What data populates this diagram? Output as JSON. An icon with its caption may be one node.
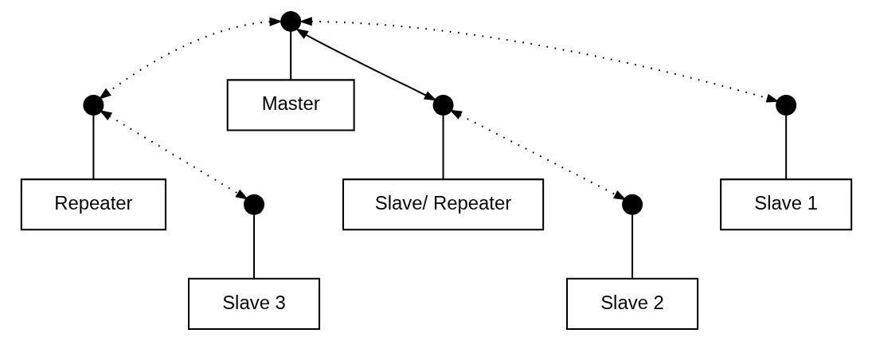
{
  "diagram": {
    "nodes": [
      {
        "text": [
          "Master"
        ]
      },
      {
        "text": [
          "Slave 1"
        ]
      },
      {
        "text": [
          "Slave/ Repeater"
        ]
      },
      {
        "text": [
          "Slave 2"
        ]
      },
      {
        "text": [
          "Repeater"
        ]
      },
      {
        "text": [
          "Slave 3"
        ]
      },
      {
        "text": [],
        "shape": "circle"
      },
      {
        "text": [],
        "shape": "circle"
      },
      {
        "text": [],
        "shape": "circle"
      },
      {
        "text": [],
        "shape": "circle"
      },
      {
        "text": [],
        "shape": "circle"
      },
      {
        "text": [],
        "shape": "circle"
      }
    ],
    "edges": [
      {
        "from": 7,
        "to": 0,
        "arrow": "none"
      },
      {
        "from": 6,
        "to": 1,
        "arrow": "none"
      },
      {
        "from": 8,
        "to": 2,
        "arrow": "none"
      },
      {
        "from": 9,
        "to": 3,
        "arrow": "none"
      },
      {
        "from": 10,
        "to": 4,
        "arrow": "none"
      },
      {
        "from": 11,
        "to": 5,
        "arrow": "none"
      },
      {
        "from": 7,
        "to": 6,
        "arrow": "both",
        "style": "dashed"
      },
      {
        "from": 7,
        "to": 8,
        "arrow": "both"
      },
      {
        "from": 7,
        "to": 10,
        "arrow": "both",
        "style": "dashed"
      },
      {
        "from": 8,
        "to": 9,
        "arrow": "both",
        "style": "dashed"
      },
      {
        "from": 10,
        "to": 11,
        "arrow": "both",
        "style": "dashed"
      }
    ]
  }
}
